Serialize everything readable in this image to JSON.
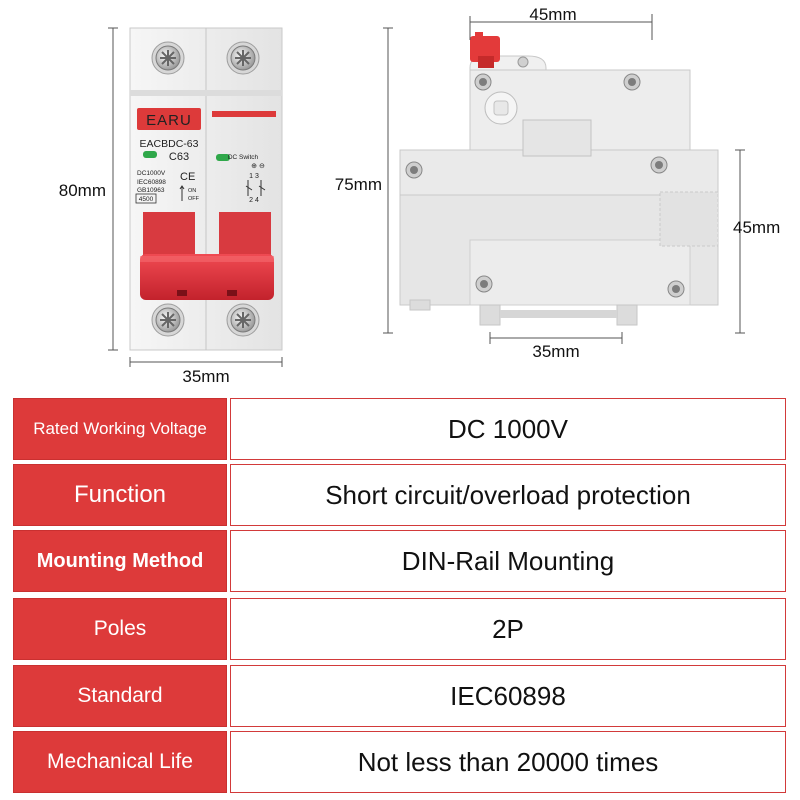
{
  "product": {
    "brand": "EARU",
    "model": "EACBDC-63",
    "rating": "C63",
    "ce_mark": "CE",
    "voltage_marking": "DC1000V",
    "standard_marking_1": "IEC60898",
    "standard_marking_2": "GB10963",
    "capacity_marking": "4500",
    "on_label": "ON",
    "off_label": "OFF",
    "dc_switch_label": "DC Switch",
    "pole_top_label": "1  3",
    "pole_bottom_label": "2  4",
    "plus_minus_label": "⊕ ⊖"
  },
  "dimensions": {
    "front_height": "80mm",
    "front_width": "35mm",
    "side_top_width": "45mm",
    "side_height": "75mm",
    "side_right_height": "45mm",
    "side_bottom_width": "35mm"
  },
  "specs": [
    {
      "label": "Rated Working Voltage",
      "value": "DC 1000V"
    },
    {
      "label": "Function",
      "value": "Short circuit/overload protection"
    },
    {
      "label": "Mounting Method",
      "value": "DIN-Rail Mounting"
    },
    {
      "label": "Poles",
      "value": "2P"
    },
    {
      "label": "Standard",
      "value": "IEC60898"
    },
    {
      "label": "Mechanical Life",
      "value": "Not less than 20000 times"
    }
  ],
  "colors": {
    "accent_red": "#dd3a3a",
    "body_gray": "#ebebeb",
    "indicator_green": "#2fa84a"
  }
}
